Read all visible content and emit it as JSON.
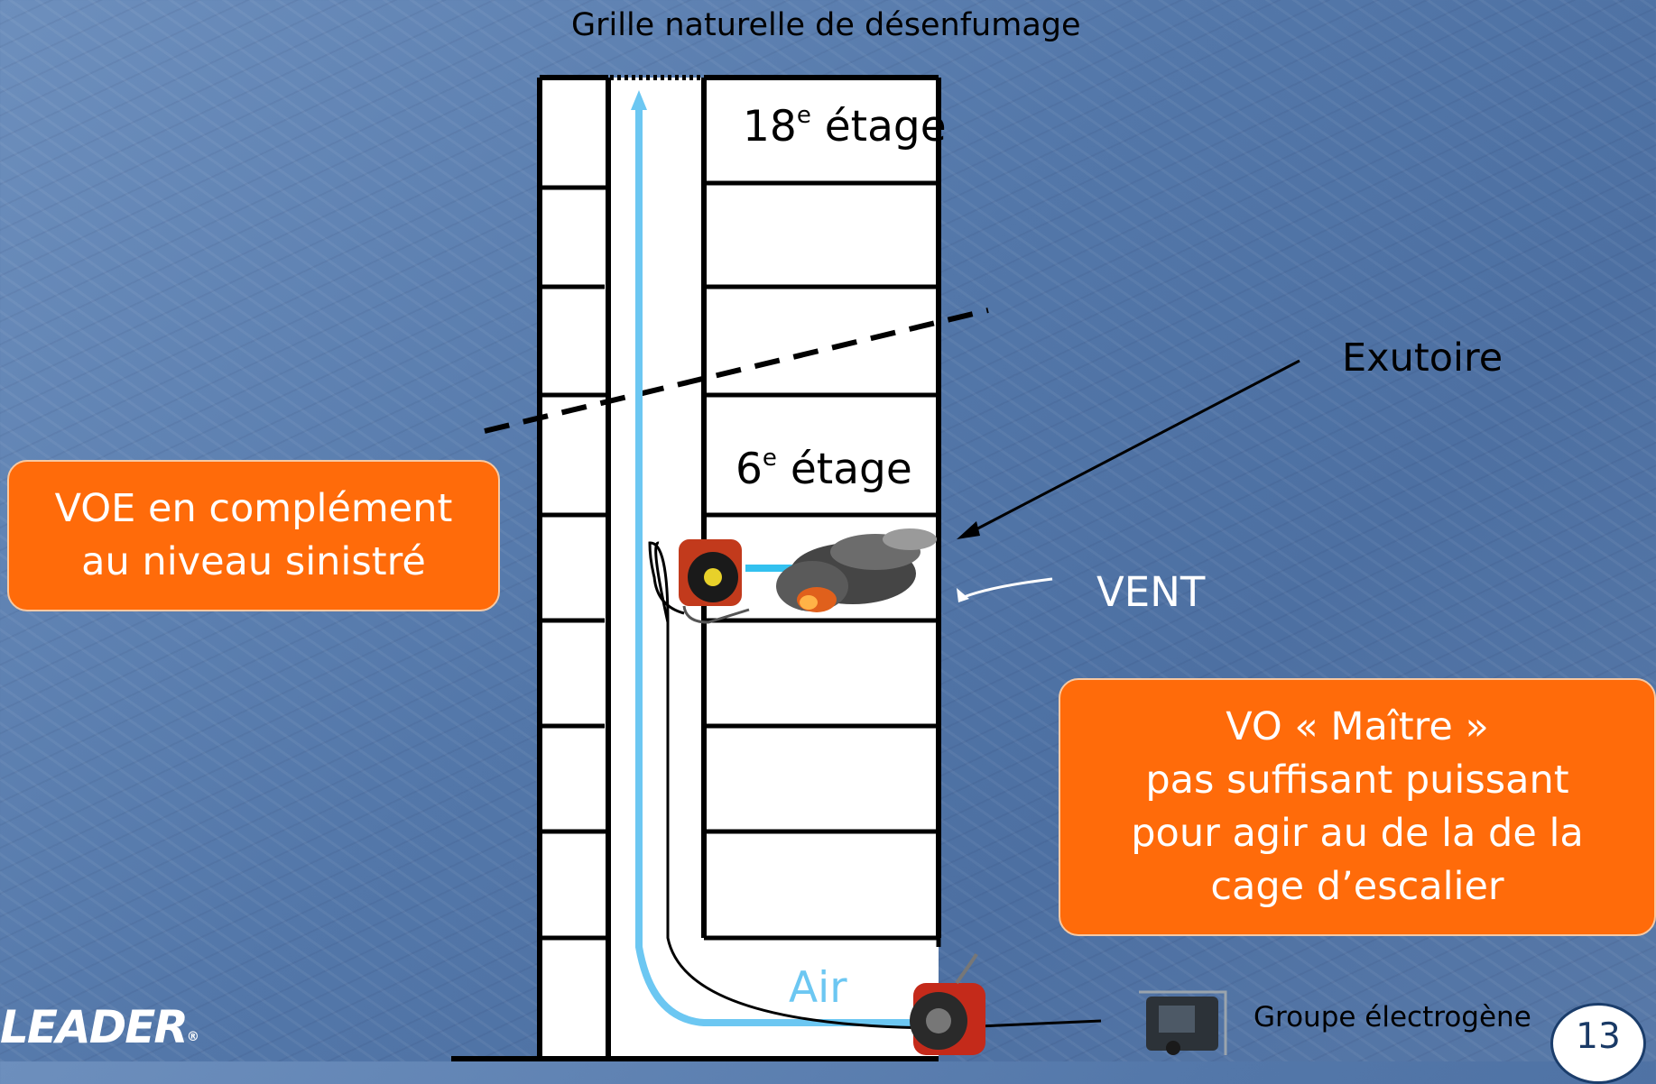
{
  "labels": {
    "grille": "Grille naturelle de désenfumage",
    "floor_18_number": "18",
    "floor_18_sup": "e",
    "floor_18_word": "étage",
    "floor_6_number": "6",
    "floor_6_sup": "e",
    "floor_6_word": "étage",
    "exutoire": "Exutoire",
    "vent": "VENT",
    "air": "Air",
    "groupe": "Groupe électrogène"
  },
  "callouts": {
    "left_line1": "VOE en complément",
    "left_line2": "au niveau sinistré",
    "right_line1": "VO « Maître »",
    "right_line2": "pas suffisant puissant",
    "right_line3": "pour agir au de la de la",
    "right_line4": "cage d’escalier"
  },
  "logo": {
    "text": "LEADER",
    "mark": "®"
  },
  "slide": {
    "number": "13"
  },
  "icons": [
    "fan-icon",
    "smoke-fire-icon",
    "blower-fan-icon",
    "generator-icon"
  ],
  "colors": {
    "callout": "#ff6b0a",
    "air": "#6cc7f2",
    "background": "#5377a9"
  }
}
